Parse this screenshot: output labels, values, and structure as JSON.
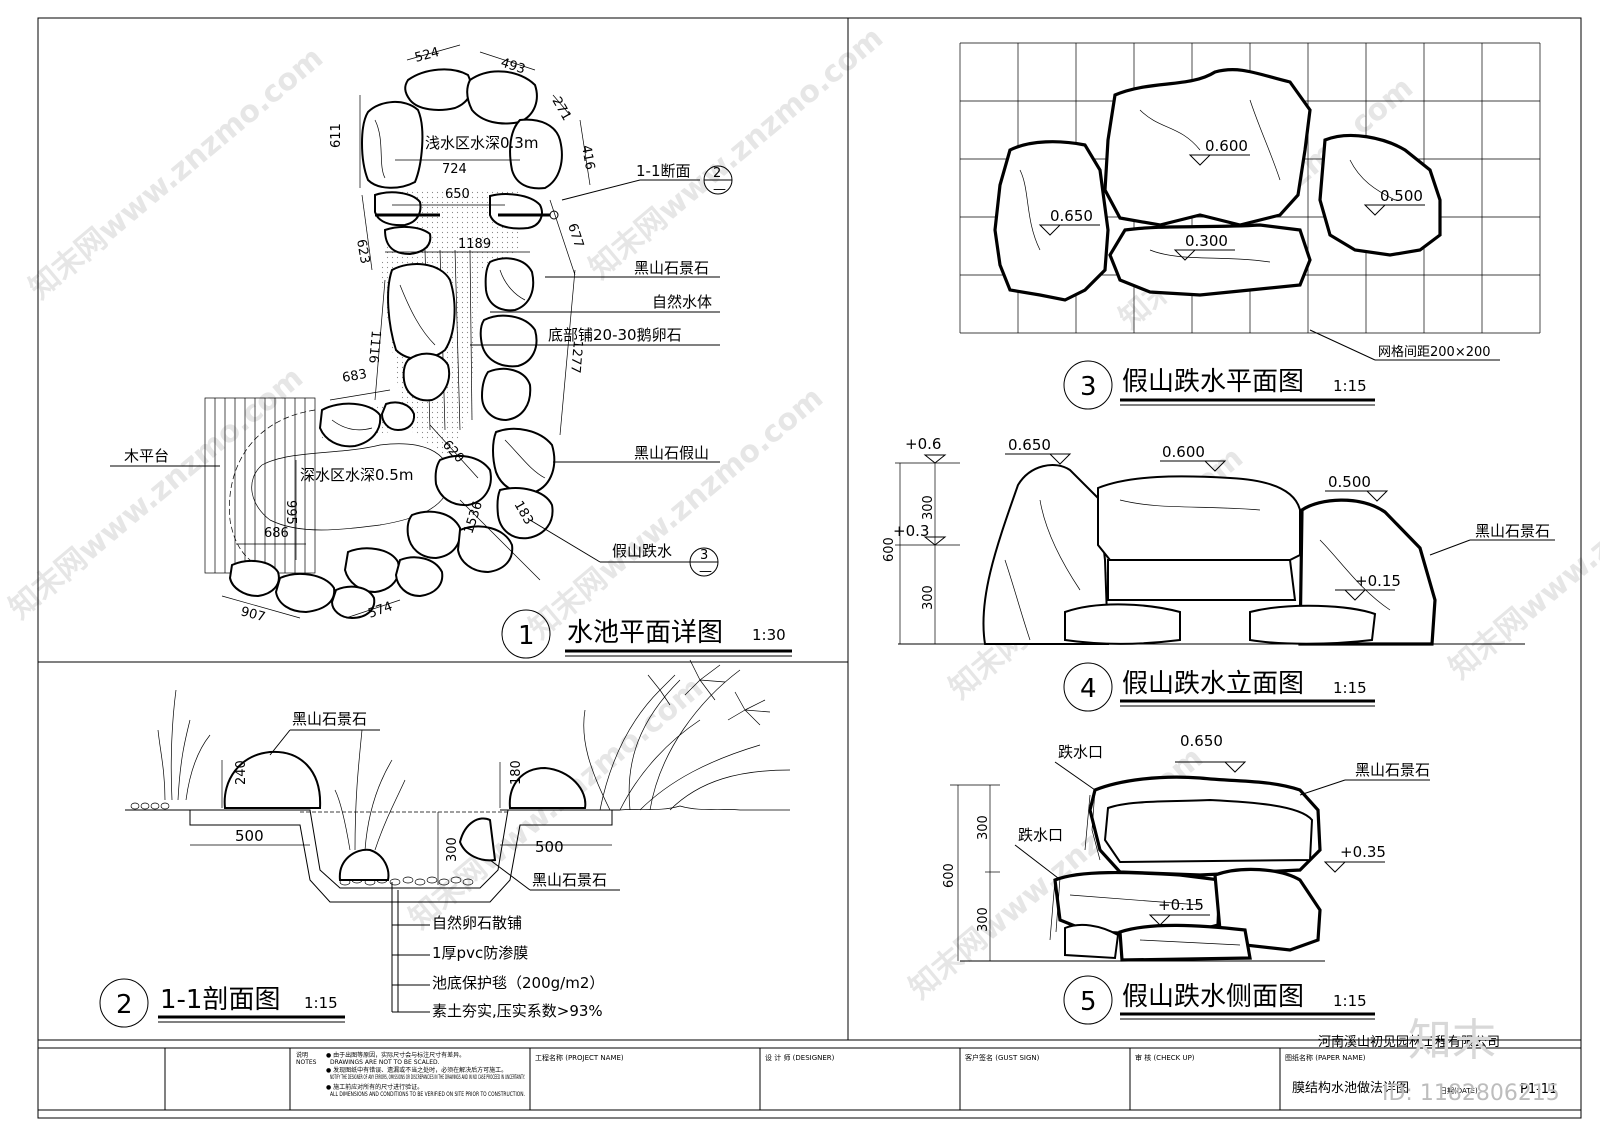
{
  "drawings": {
    "d1": {
      "num": "1",
      "title": "水池平面详图",
      "scale": "1:30",
      "dims": [
        "524",
        "493",
        "271",
        "416",
        "611",
        "724",
        "650",
        "1189",
        "623",
        "677",
        "1116",
        "1277",
        "683",
        "620",
        "995",
        "686",
        "1536",
        "907",
        "574",
        "183"
      ],
      "labels": {
        "shallow": "浅水区水深0.3m",
        "deep": "深水区水深0.5m",
        "section": "1-1断面",
        "section_ref": "2",
        "rock_stone": "黑山石景石",
        "water": "自然水体",
        "pebbles": "底部铺20-30鹅卵石",
        "deck": "木平台",
        "rockery": "黑山石假山",
        "cascade": "假山跌水",
        "cascade_ref": "3",
        "mark": "1",
        "sheet_ref": "—"
      }
    },
    "d2": {
      "num": "2",
      "title": "1-1剖面图",
      "scale": "1:15",
      "dims": [
        "500",
        "500",
        "240",
        "180",
        "300"
      ],
      "labels": {
        "rock_left": "黑山石景石",
        "rock_right": "黑山石景石",
        "layer1": "自然卵石散铺",
        "layer2": "1厚pvc防渗膜",
        "layer3": "池底保护毯（200g/m2）",
        "layer4": "素土夯实,压实系数>93%"
      }
    },
    "d3": {
      "num": "3",
      "title": "假山跌水平面图",
      "scale": "1:15",
      "levels": [
        "0.600",
        "0.650",
        "0.500",
        "0.300"
      ],
      "grid_note": "网格间距200×200"
    },
    "d4": {
      "num": "4",
      "title": "假山跌水立面图",
      "scale": "1:15",
      "levels": [
        "0.650",
        "0.600",
        "0.500",
        "+0.15"
      ],
      "side_levels": [
        "+0.6",
        "+0.3"
      ],
      "dims": [
        "600",
        "300",
        "300"
      ],
      "label": "黑山石景石"
    },
    "d5": {
      "num": "5",
      "title": "假山跌水侧面图",
      "scale": "1:15",
      "levels": [
        "0.650",
        "+0.35",
        "+0.15"
      ],
      "dims": [
        "600",
        "300",
        "300"
      ],
      "labels": {
        "outlet_top": "跌水口",
        "outlet_mid": "跌水口",
        "rock": "黑山石景石"
      }
    }
  },
  "titleblock": {
    "notes_label": "说明",
    "notes_label_en": "NOTES",
    "notes": [
      "● 由于出图等原因，实际尺寸会与标注尺寸有差异。",
      "DRAWINGS ARE NOT TO BE SCALED.",
      "● 发现图纸中有错误、遗漏或不当之处时，必须在解决后方可施工。",
      "NOTIFY THE DESIGNER OF ANY ERRORS, OMISSIONS OR DISCREPANCIES IN THE DRAWINGS AND IN NO CASE PROCEED IN UNCERTAINTY.",
      "● 施工前应对所有的尺寸进行验证。",
      "ALL DIMENSIONS AND CONDITIONS TO BE VERIFIED ON SITE PRIOR TO CONSTRUCTION."
    ],
    "project_label": "工程名称 (PROJECT NAME)",
    "designer_label": "设 计 师 (DESIGNER)",
    "client_label": "客户签名 (GUST SIGN)",
    "check_label": "审  核 (CHECK UP)",
    "paper_label": "图纸名称 (PAPER NAME)",
    "date_label": "日期(DATE)",
    "company": "河南溪山初见园林工程有限公司",
    "paper_name": "膜结构水池做法详图",
    "sheet_no": "P1-11",
    "id_text": "ID: 1182806215",
    "logo_text": "知末"
  },
  "watermark": "知末网www.znzmo.com"
}
